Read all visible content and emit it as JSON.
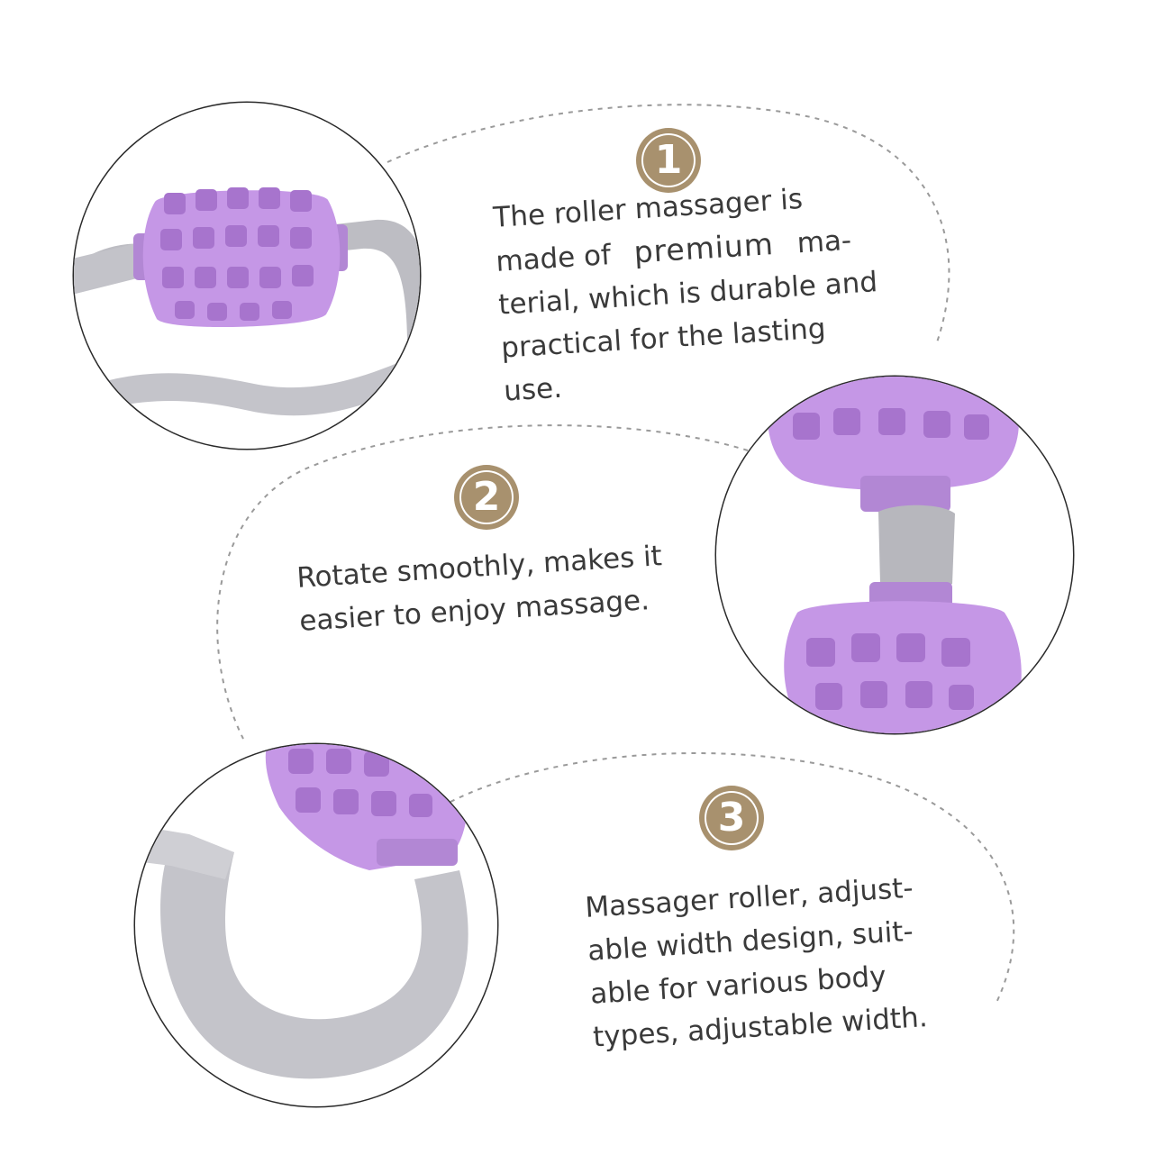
{
  "colors": {
    "roller_purple": "#c08ee0",
    "handle_gray": "#bdbdc3",
    "badge_tan": "#a8916e",
    "dash_gray": "#9a9a9a",
    "text": "#3a3a3a"
  },
  "features": [
    {
      "number": "1",
      "lines": [
        "The roller massager is",
        "made of",
        "premium",
        "ma-",
        "terial, which is durable and",
        "practical for the lasting",
        "use."
      ]
    },
    {
      "number": "2",
      "lines": [
        "Rotate smoothly, makes it",
        "easier to enjoy massage."
      ]
    },
    {
      "number": "3",
      "lines": [
        "Massager roller, adjust-",
        "able width design, suit-",
        "able for various body",
        "types, adjustable width."
      ]
    }
  ],
  "photos": [
    {
      "subject": "roller-with-handle-icon"
    },
    {
      "subject": "twin-roller-closeup-icon"
    },
    {
      "subject": "curved-handle-closeup-icon"
    }
  ]
}
